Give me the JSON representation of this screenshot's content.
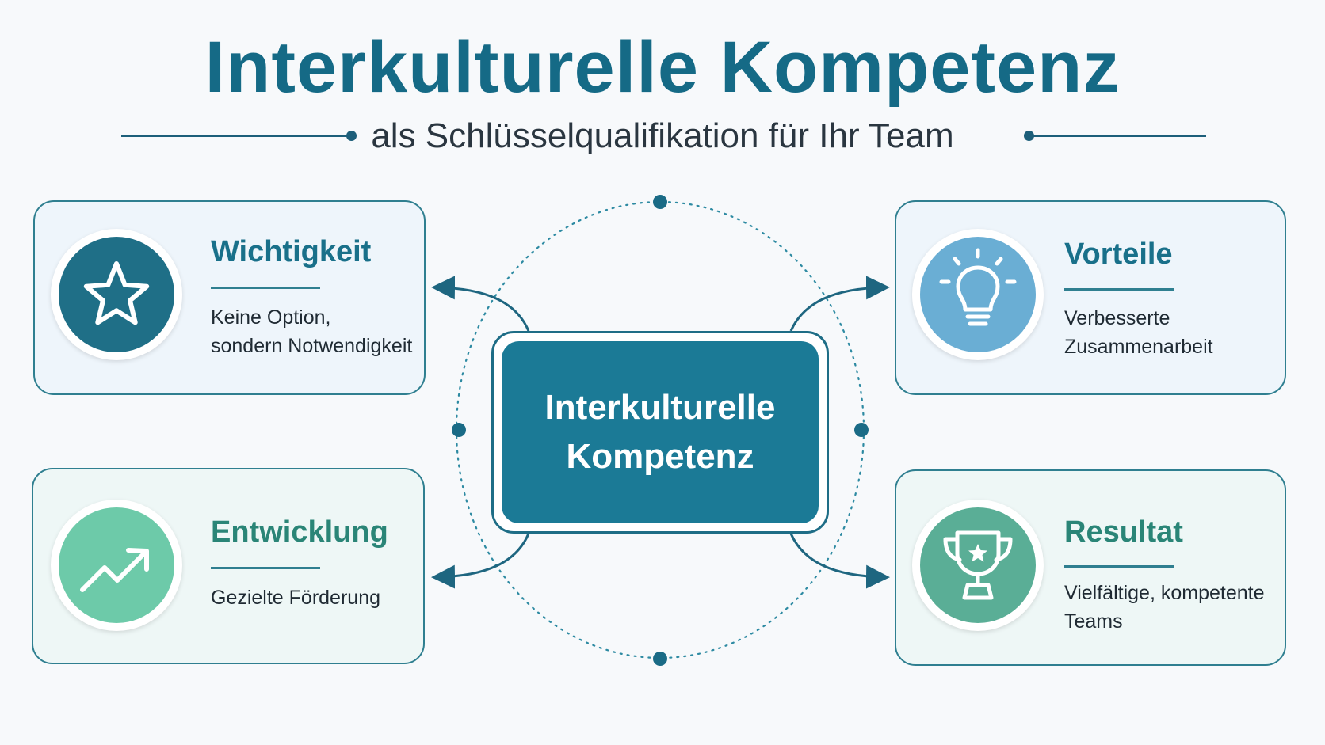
{
  "header": {
    "title": "Interkulturelle Kompetenz",
    "subtitle": "als Schlüsselqualifikation für Ihr Team"
  },
  "center": {
    "line1": "Interkulturelle",
    "line2": "Kompetenz"
  },
  "cards": {
    "wichtigkeit": {
      "title": "Wichtigkeit",
      "line1": "Keine Option,",
      "line2": "sondern Notwendigkeit",
      "icon": "star-icon"
    },
    "vorteile": {
      "title": "Vorteile",
      "line1": "Verbesserte",
      "line2": "Zusammenarbeit",
      "icon": "lightbulb-icon"
    },
    "entwicklung": {
      "title": "Entwicklung",
      "line1": "Gezielte Förderung",
      "icon": "trend-up-icon"
    },
    "resultat": {
      "title": "Resultat",
      "line1": "Vielfältige, kompetente",
      "line2": "Teams",
      "icon": "trophy-icon"
    }
  },
  "colors": {
    "primary": "#156a86",
    "center_fill": "#1b7a96",
    "star_circle": "#1f6f87",
    "bulb_circle": "#6aaed4",
    "trend_circle": "#6dcaa9",
    "trophy_circle": "#5aae96",
    "card_border": "#2f7f90"
  }
}
